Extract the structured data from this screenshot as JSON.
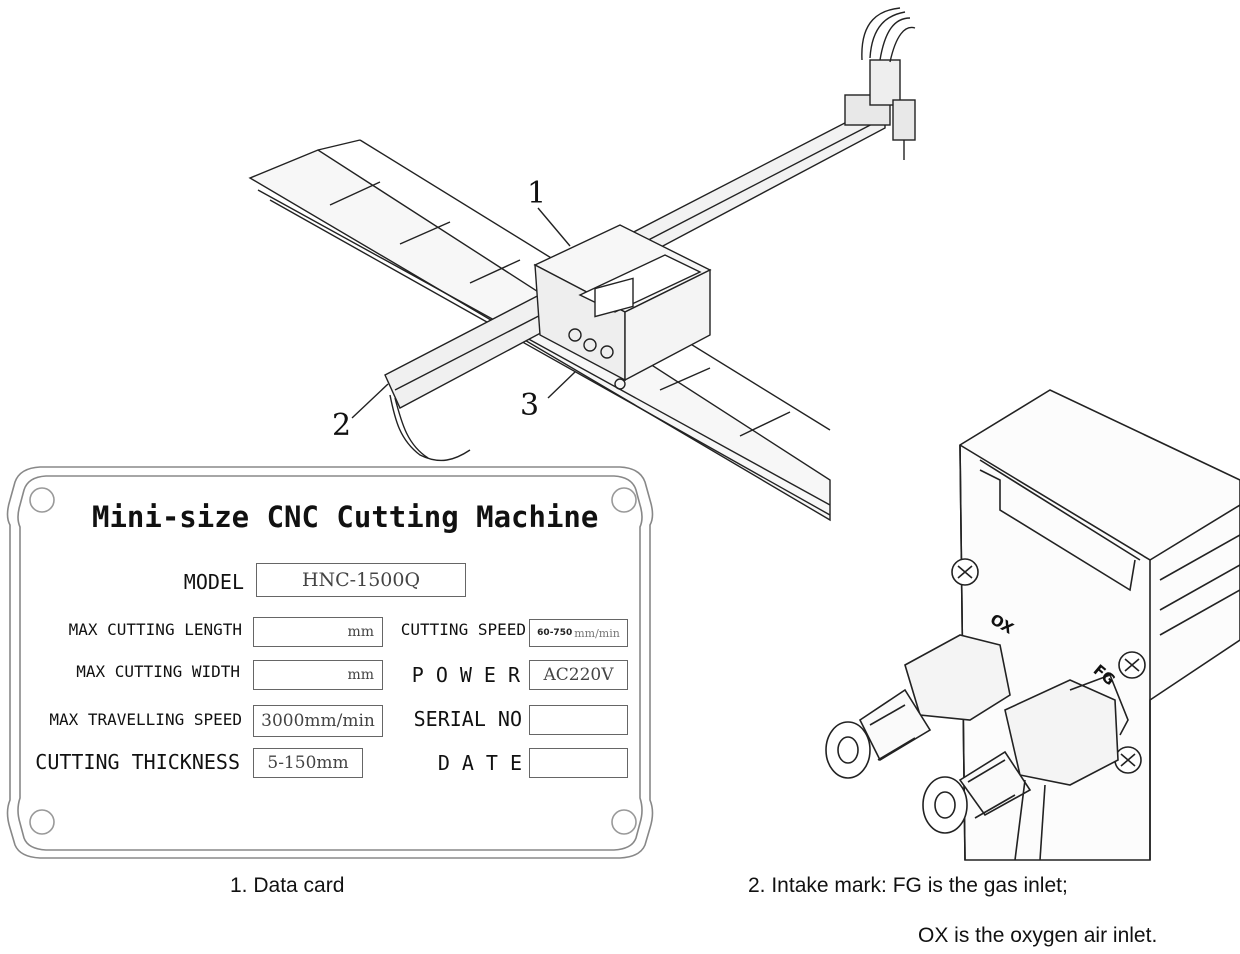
{
  "callouts": {
    "one": "1",
    "two": "2",
    "three": "3"
  },
  "plate": {
    "title": "Mini-size CNC Cutting Machine",
    "model_label": "MODEL",
    "model_value": "HNC-1500Q",
    "max_length_label": "MAX CUTTING LENGTH",
    "max_length_unit": "mm",
    "max_width_label": "MAX CUTTING WIDTH",
    "max_width_unit": "mm",
    "travel_speed_label": "MAX TRAVELLING SPEED",
    "travel_speed_value": "3000mm/min",
    "thickness_label": "CUTTING THICKNESS",
    "thickness_value": "5-150mm",
    "cutting_speed_label": "CUTTING SPEED",
    "cutting_speed_value": "60-750",
    "cutting_speed_unit": "mm/min",
    "power_label": "POWER",
    "power_value": "AC220V",
    "serial_label": "SERIAL NO",
    "serial_value": "",
    "date_label": "DATE",
    "date_value": ""
  },
  "inlet": {
    "ox_mark": "OX",
    "fg_mark": "FG"
  },
  "captions": {
    "data_card": "1. Data card",
    "intake_line1": "2. Intake mark: FG is the gas inlet;",
    "intake_line2": "OX is the oxygen air inlet."
  }
}
